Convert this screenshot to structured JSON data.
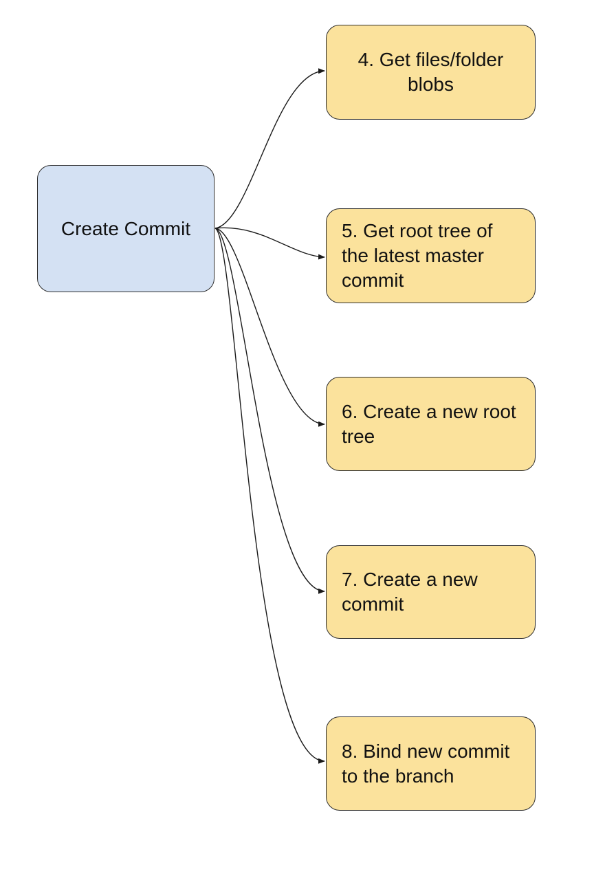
{
  "colors": {
    "root_fill": "#d4e1f3",
    "step_fill": "#fbe29c",
    "edge": "#1a1a1a"
  },
  "root": {
    "label": "Create Commit"
  },
  "steps": [
    {
      "label": "4. Get files/folder blobs"
    },
    {
      "label": "5. Get root tree of the latest master commit"
    },
    {
      "label": "6. Create a new root tree"
    },
    {
      "label": "7. Create a new commit"
    },
    {
      "label": "8. Bind new commit to the branch"
    }
  ]
}
